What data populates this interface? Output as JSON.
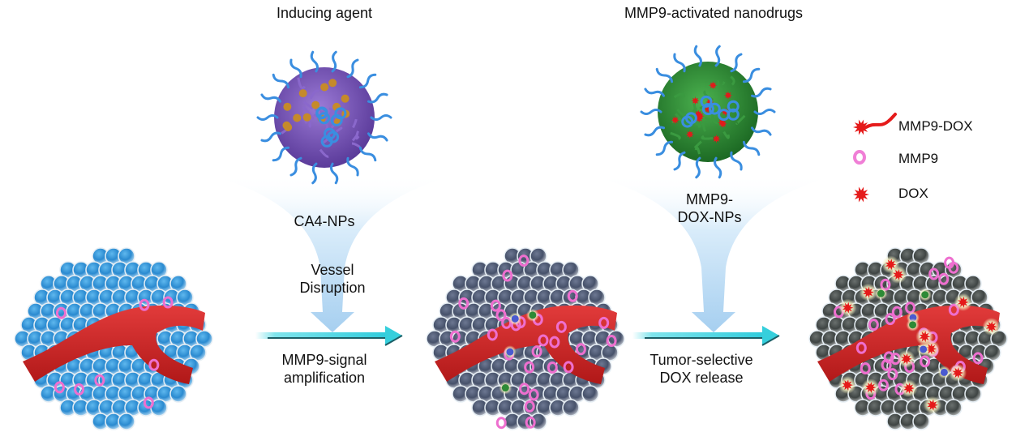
{
  "title_left": "Inducing agent",
  "title_right": "MMP9-activated nanodrugs",
  "nanoparticle_left_label": "CA4-NPs",
  "nanoparticle_right_label_line1": "MMP9-",
  "nanoparticle_right_label_line2": "DOX-NPs",
  "funnel_left_text_line1": "Vessel",
  "funnel_left_text_line2": "Disruption",
  "arrow1_label_line1": "MMP9-signal",
  "arrow1_label_line2": "amplification",
  "arrow2_label_line1": "Tumor-selective",
  "arrow2_label_line2": "DOX release",
  "legend": [
    {
      "icon": "mmp9-dox-icon",
      "label": "MMP9-DOX"
    },
    {
      "icon": "mmp9-ring-icon",
      "label": "MMP9"
    },
    {
      "icon": "dox-star-icon",
      "label": "DOX"
    }
  ],
  "colors": {
    "funnel": "#a9d1f0",
    "arrow": "#3cd3e0",
    "vessel": "#d42a2a",
    "tumor_cells_initial": "#3a9ad8",
    "tumor_cells_stage2": "#4f5c74",
    "tumor_cells_stage3": "#4a504e",
    "mmp9": "#ee6fcf",
    "dox": "#e51a1a",
    "np_left_core": "#7a55b8",
    "np_right_core": "#2e8a36",
    "peg_chain": "#3a8ee0"
  }
}
